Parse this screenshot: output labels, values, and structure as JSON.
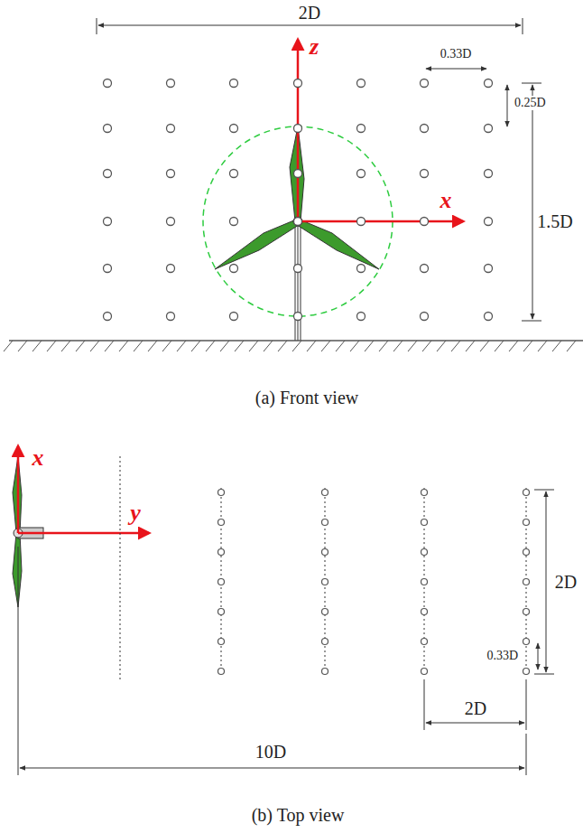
{
  "diagram": {
    "labels": [
      "2D",
      "0.33D",
      "0.25D",
      "1.5D",
      "z",
      "x",
      "(a) Front view",
      "x",
      "y",
      "2D",
      "0.33D",
      "2D",
      "10D",
      "(b) Top view"
    ]
  }
}
